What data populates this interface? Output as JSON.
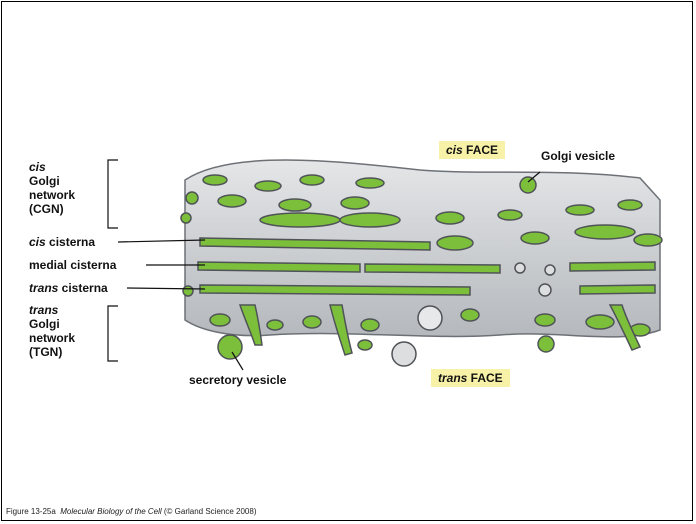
{
  "figure": {
    "labels": {
      "cgn_cis": "cis",
      "cgn_rest": "Golgi\nnetwork\n(CGN)",
      "cis_cisterna_italic": "cis",
      "cis_cisterna_rest": " cisterna",
      "medial_cisterna": "medial cisterna",
      "trans_cisterna_italic": "trans",
      "trans_cisterna_rest": " cisterna",
      "tgn_trans": "trans",
      "tgn_rest": "Golgi\nnetwork\n(TGN)",
      "cis_face_italic": "cis",
      "cis_face_rest": " FACE",
      "golgi_vesicle": "Golgi vesicle",
      "trans_face_italic": "trans",
      "trans_face_rest": " FACE",
      "secretory_vesicle": "secretory vesicle"
    },
    "caption": {
      "prefix": "Figure 13-25a  ",
      "book": "Molecular Biology of the Cell",
      "suffix": " (© Garland Science 2008)"
    },
    "colors": {
      "membrane": "#c9ccd0",
      "membrane_dark": "#6d7176",
      "lumen": "#7cbf3a",
      "highlight_tag": "#f8f2a8"
    }
  }
}
